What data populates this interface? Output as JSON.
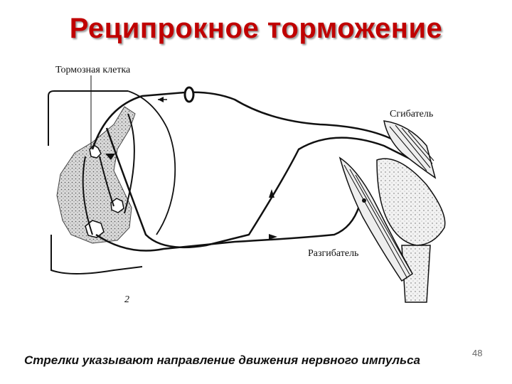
{
  "slide": {
    "title": "Реципрокное торможение",
    "caption": "Стрелки указывают направление движения нервного импульса",
    "page_number": "48"
  },
  "diagram": {
    "label_inhibitory_cell": "Тормозная клетка",
    "label_flexor": "Сгибатель",
    "label_extensor": "Разгибатель",
    "label_fig": "2"
  }
}
